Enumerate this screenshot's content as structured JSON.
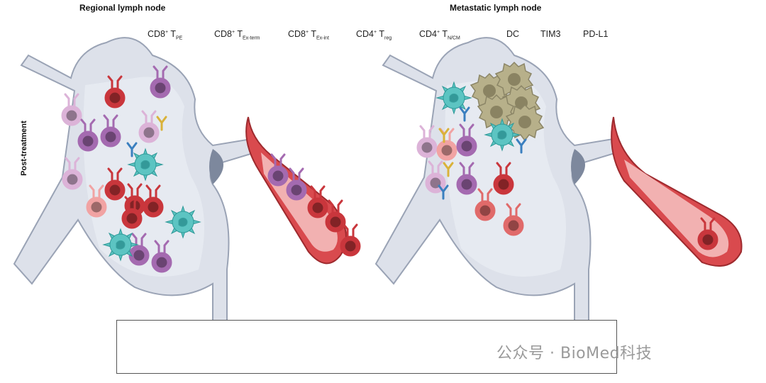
{
  "panels": {
    "left_title": "Regional lymph node",
    "right_title": "Metastatic lymph node",
    "row_label": "Post-treatment"
  },
  "legend": {
    "items": [
      {
        "main": "CD8",
        "sup": "+",
        "t": " T",
        "sub": "PE"
      },
      {
        "main": "CD8",
        "sup": "+",
        "t": " T",
        "sub": "Ex-term"
      },
      {
        "main": "CD8",
        "sup": "+",
        "t": " T",
        "sub": "Ex-int"
      },
      {
        "main": "CD4",
        "sup": "+",
        "t": " T",
        "sub": "reg"
      },
      {
        "main": "CD4",
        "sup": "+",
        "t": " T",
        "sub": "N/CM"
      },
      {
        "main": "DC"
      },
      {
        "main": "TIM3"
      },
      {
        "main": "PD-L1"
      }
    ]
  },
  "watermark": "公众号 · BioMed科技",
  "colors": {
    "cd8_pe": "#f1a3a3",
    "cd8_ex_term": "#e06a6a",
    "cd8_ex_int": "#c9363c",
    "cd4_reg": "#dcb3d8",
    "cd4_ncm": "#a46ab0",
    "dc": "#5cc4c2",
    "tim3": "#d9b23a",
    "pdl1": "#3a7fbf",
    "node": "#d9dde6",
    "vessel": "#c8383c"
  },
  "icons": [
    "t-cell-icon",
    "dendritic-cell-icon",
    "tumor-cell-icon",
    "tim3-receptor-icon",
    "pdl1-receptor-icon",
    "blood-vessel-icon"
  ]
}
